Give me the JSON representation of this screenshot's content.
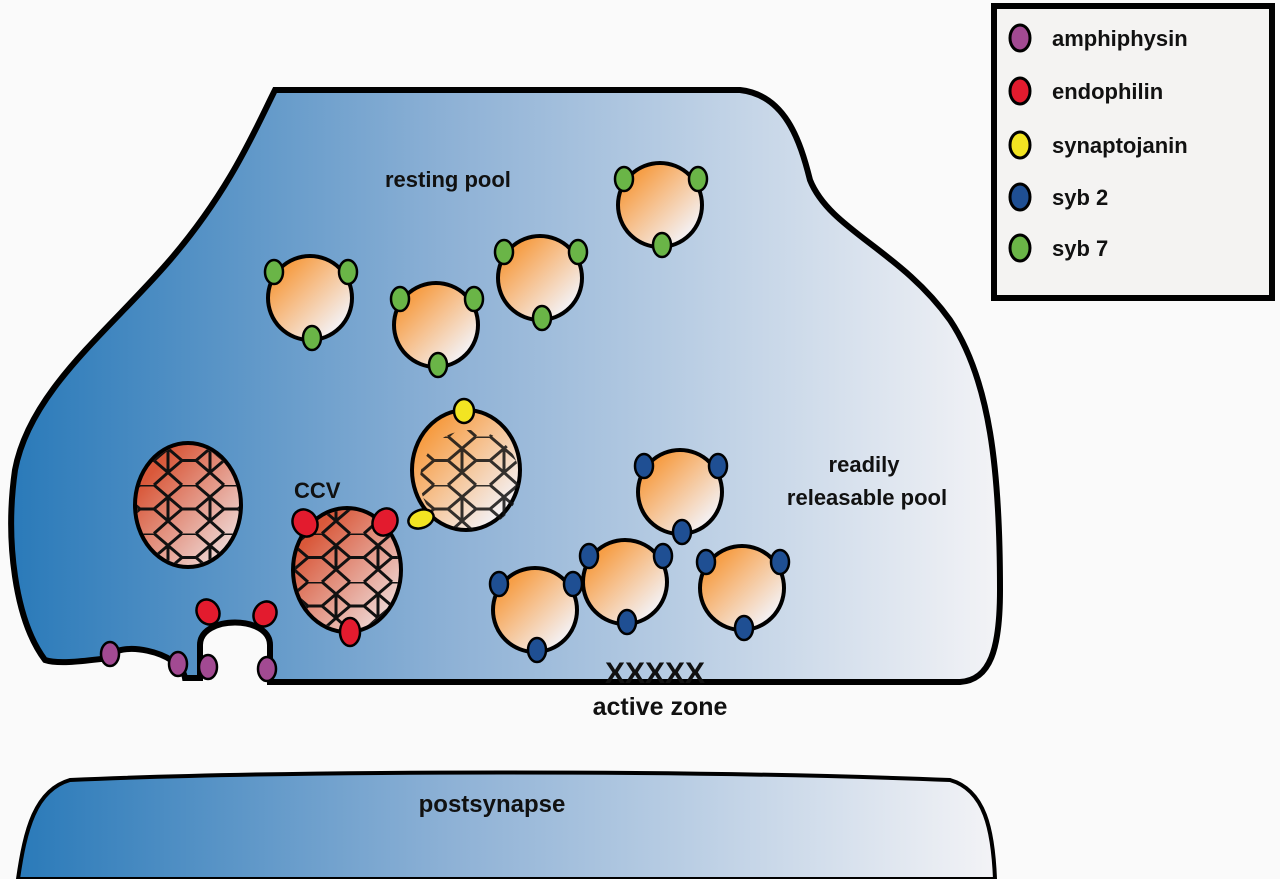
{
  "labels": {
    "resting_pool": "resting pool",
    "ccv": "CCV",
    "readily_line1": "readily",
    "readily_line2": "releasable pool",
    "active_zone_marks": "XXXXX",
    "active_zone": "active zone",
    "postsynapse": "postsynapse"
  },
  "legend": {
    "items": [
      {
        "label": "amphiphysin",
        "color": "#a24a92"
      },
      {
        "label": "endophilin",
        "color": "#e31b2e"
      },
      {
        "label": "synaptojanin",
        "color": "#f2e422"
      },
      {
        "label": "syb 2",
        "color": "#1f4f93"
      },
      {
        "label": "syb 7",
        "color": "#6ab547"
      }
    ]
  },
  "colors": {
    "terminal_dark": "#2b7bbb",
    "terminal_light": "#f2f2f5",
    "vesicle_orange": "#f7932f",
    "clathrin": "#d9583a"
  }
}
